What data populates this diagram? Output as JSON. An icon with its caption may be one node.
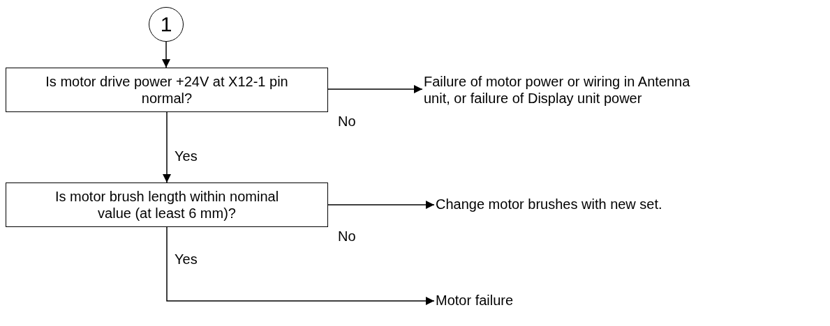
{
  "diagram": {
    "nodes": [
      {
        "text": [
          "1"
        ]
      },
      {
        "text": [
          "Is motor drive power +24V at X12-1 pin normal?"
        ]
      },
      {
        "text": [
          "Failure of motor power or wiring in Antenna unit, or failure of Display unit power"
        ]
      },
      {
        "text": [
          "Is motor brush length within nominal value (at least 6 mm)?"
        ]
      },
      {
        "text": [
          "Change motor brushes with new set."
        ]
      },
      {
        "text": [
          "Motor failure"
        ]
      }
    ],
    "edges": [
      {
        "from": 0,
        "to": 1,
        "arrow": "to"
      },
      {
        "from": 1,
        "to": 2,
        "arrow": "to",
        "label": "No"
      },
      {
        "from": 1,
        "to": 3,
        "arrow": "to",
        "label": "Yes"
      },
      {
        "from": 3,
        "to": 4,
        "arrow": "to",
        "label": "No"
      },
      {
        "from": 3,
        "to": 5,
        "arrow": "to",
        "label": "Yes"
      }
    ]
  }
}
